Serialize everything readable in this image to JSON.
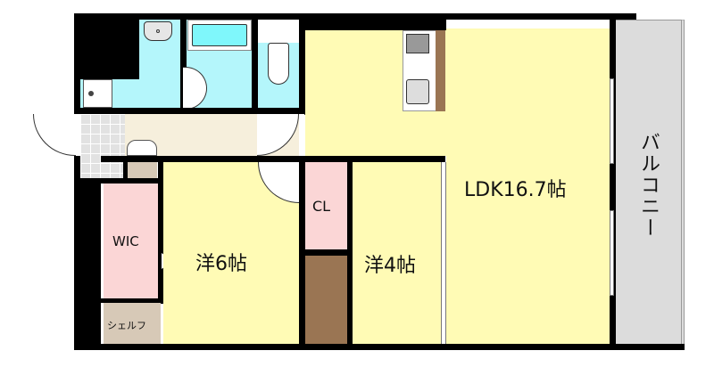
{
  "floor_plan": {
    "rooms": {
      "ldk": {
        "label": "LDK16.7帖"
      },
      "western_6": {
        "label": "洋6帖"
      },
      "western_4": {
        "label": "洋4帖"
      },
      "closet": {
        "label": "CL"
      },
      "wic": {
        "label": "WIC"
      },
      "shelf": {
        "label": "シェルフ"
      },
      "balcony": {
        "label": "バルコニー"
      }
    },
    "colors": {
      "room_floor": "#fffbb5",
      "wet_area": "#b4f6fb",
      "storage": "#fbd6d6",
      "hallway": "#f6efdc",
      "shelf": "#d7c9b7",
      "counter": "#9a7553",
      "balcony": "#dcdcdc",
      "wall": "#000000"
    }
  }
}
